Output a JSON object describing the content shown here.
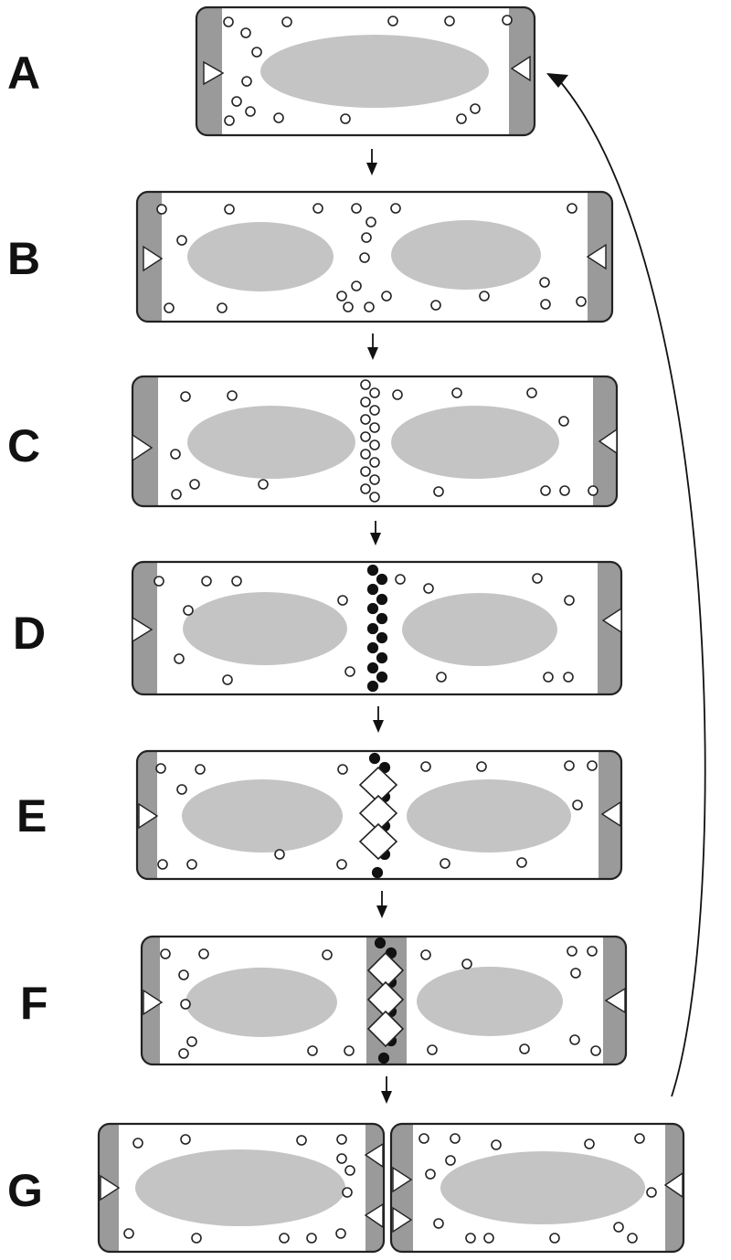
{
  "figure": {
    "stages": [
      {
        "id": "A",
        "label": "A"
      },
      {
        "id": "B",
        "label": "B"
      },
      {
        "id": "C",
        "label": "C"
      },
      {
        "id": "D",
        "label": "D"
      },
      {
        "id": "E",
        "label": "E"
      },
      {
        "id": "F",
        "label": "F"
      },
      {
        "id": "G",
        "label": "G"
      }
    ]
  },
  "colors": {
    "cell_pole": "#9a9a9a",
    "nucleus": "#c4c4c4",
    "outline": "#222222",
    "filled_vesicle": "#111111"
  }
}
